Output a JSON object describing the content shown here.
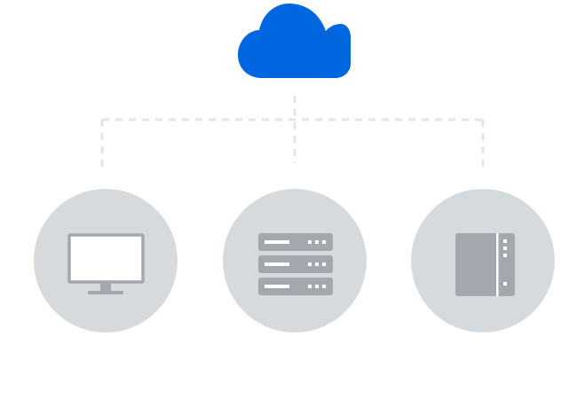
{
  "colors": {
    "cloud": "#0066E0",
    "connector": "#E2E4E7",
    "circle": "#D7DADD",
    "device": "#A3A8AE",
    "device_detail": "#FFFFFF"
  },
  "nodes": [
    {
      "id": "cloud",
      "icon": "cloud-icon"
    },
    {
      "id": "computer",
      "icon": "monitor-icon"
    },
    {
      "id": "server",
      "icon": "server-rack-icon"
    },
    {
      "id": "storage",
      "icon": "nas-drive-icon"
    }
  ]
}
